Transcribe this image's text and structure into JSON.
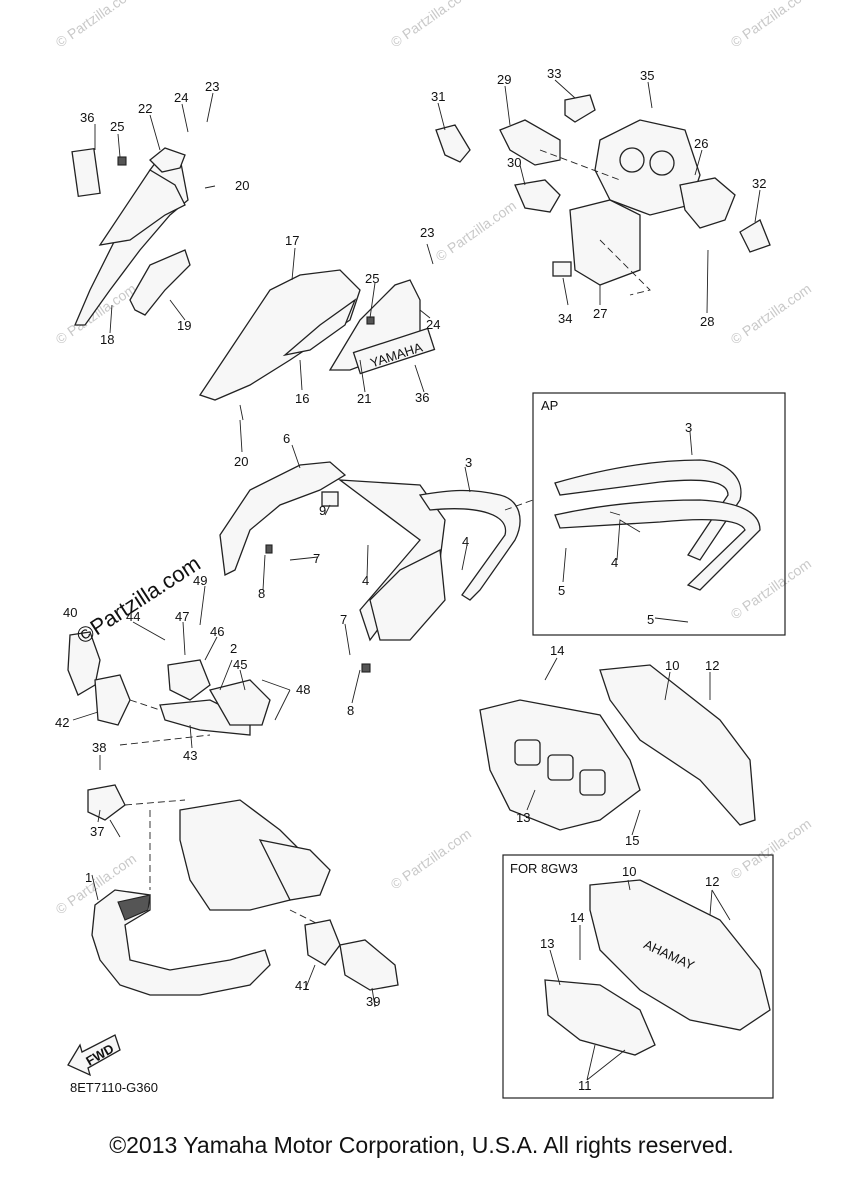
{
  "diagram": {
    "part_labels": [
      "1",
      "2",
      "3",
      "4",
      "5",
      "6",
      "7",
      "8",
      "9",
      "10",
      "11",
      "12",
      "13",
      "14",
      "15",
      "16",
      "17",
      "18",
      "19",
      "20",
      "21",
      "22",
      "23",
      "24",
      "25",
      "26",
      "27",
      "28",
      "29",
      "30",
      "31",
      "32",
      "33",
      "34",
      "35",
      "36",
      "37",
      "38",
      "39",
      "40",
      "41",
      "42",
      "43",
      "44",
      "45",
      "46",
      "47",
      "48",
      "49"
    ],
    "inset_ap_label": "AP",
    "inset_8gw3_label": "FOR 8GW3",
    "decal_text": "YAMAHA",
    "decal_text_mirrored": "AHAMAY",
    "fwd_label": "FWD",
    "drawing_code": "8ET7110-G360",
    "side_brand": "©Partzilla.com",
    "watermark": "© Partzilla.com"
  },
  "footer": {
    "copyright": "©2013 Yamaha Motor Corporation, U.S.A. All rights reserved."
  }
}
